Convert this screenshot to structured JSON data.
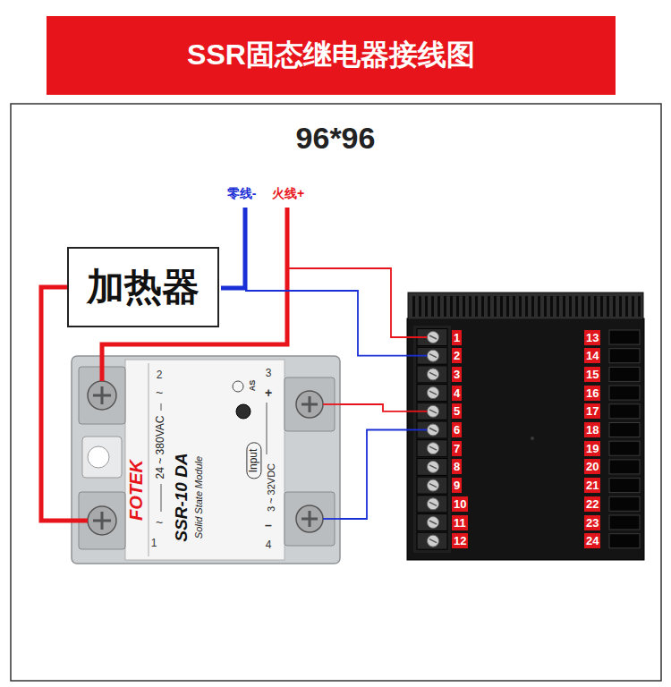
{
  "diagram": {
    "title": "SSR固态继电器接线图",
    "nodes": [
      {
        "text": [
          "加热器"
        ]
      },
      {
        "text": [
          "FOTEK",
          "SSR-10 DA",
          "Solid State Module"
        ]
      },
      {
        "text": [
          "1",
          "2",
          "3",
          "4",
          "5",
          "6",
          "7",
          "8",
          "9",
          "10",
          "11",
          "12",
          "13",
          "14",
          "15",
          "16",
          "17",
          "18",
          "19",
          "20",
          "21",
          "22",
          "23",
          "24"
        ]
      }
    ],
    "edges": [
      {
        "from": 0,
        "to": 1,
        "arrow": "none"
      },
      {
        "from": 1,
        "to": 2,
        "arrow": "none"
      },
      {
        "from": 1,
        "to": 2,
        "arrow": "none"
      }
    ],
    "labels": [
      "96*96",
      "零线-",
      "火线+",
      "2",
      "~",
      "24 ~ 380VAC",
      "~",
      "1",
      "3",
      "+",
      "AS",
      "Input",
      "3 ~ 32VDC",
      "–",
      "4"
    ]
  }
}
